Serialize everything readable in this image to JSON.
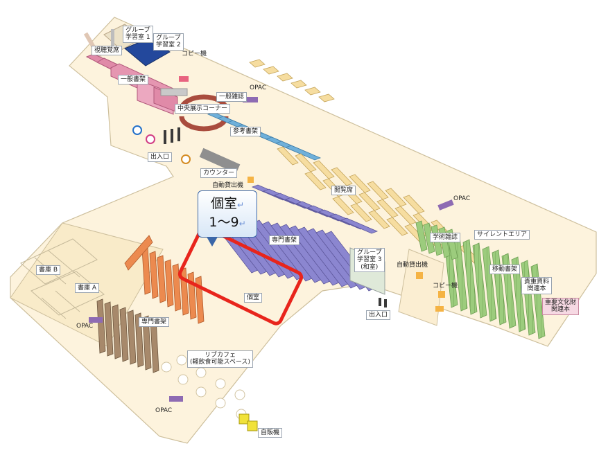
{
  "callout": {
    "line1": "個室",
    "line2": "1〜9",
    "return_mark": "↵"
  },
  "labels": {
    "group1": "グループ\n学習室 1",
    "group2": "グループ\n学習室 2",
    "av_seats": "視聴覚席",
    "copy_top": "コピー機",
    "general_shelves": "一般書架",
    "general_magazines": "一般雑誌",
    "opac_top": "OPAC",
    "central_exhibit": "中央展示コーナー",
    "reference_shelves": "参考書架",
    "entrance_left": "出入口",
    "counter": "カウンター",
    "auto_machine": "自動貸出機",
    "reading_seats": "閲覧席",
    "opac_right": "OPAC",
    "specialized_shelves_center": "専門書架",
    "silent_area": "サイレントエリア",
    "academic_magazines": "学術雑誌",
    "group3": "グループ\n学習室 3\n(和室)",
    "auto_machine2": "自動貸出機",
    "mobile_shelves": "移動書架",
    "copy_mid": "コピー機",
    "rare_materials": "貴重資料\n関連本",
    "cultural_property": "重要文化財\n関連本",
    "entrance_mid": "出入口",
    "private_room": "個室",
    "library_b": "書庫 B",
    "library_a": "書庫 A",
    "specialized_shelves_left": "専門書架",
    "opac_left": "OPAC",
    "lib_cafe": "リブカフェ\n(軽飲食可能スペース)",
    "opac_bottom": "OPAC",
    "vending": "自販機"
  },
  "colors": {
    "floor": "#fdf3dd",
    "wall": "#f3e6c6",
    "pink_shelves": "#e08aa8",
    "blue_group2": "#23489c",
    "light_blue_shelves": "#6fb0da",
    "purple_shelves": "#8b86d0",
    "orange_shelves": "#ec8a4f",
    "brown_shelves": "#a7896b",
    "green_shelves": "#9ccc7d",
    "desk": "#f6dda0",
    "opac": "#8e6bb3",
    "highlight_red": "#e8251c",
    "callout_border": "#3a66a8"
  }
}
